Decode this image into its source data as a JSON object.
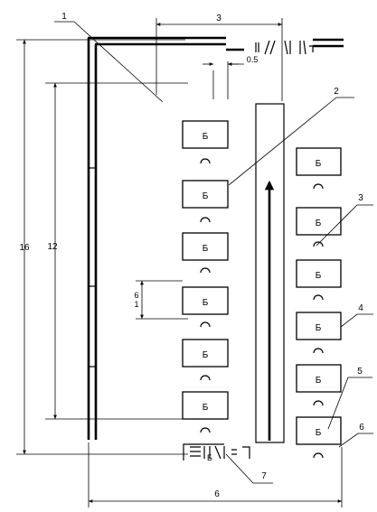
{
  "dimensions": {
    "top_width": "3",
    "gap": "0.5",
    "total_height": "16",
    "inner_height": "12",
    "spacing_top": "6",
    "spacing_bottom": "1",
    "bottom_width": "6"
  },
  "callouts": [
    "1",
    "2",
    "3",
    "4",
    "5",
    "6",
    "7"
  ],
  "box_label": "Б",
  "colors": {
    "line": "#000000",
    "background": "#ffffff"
  }
}
